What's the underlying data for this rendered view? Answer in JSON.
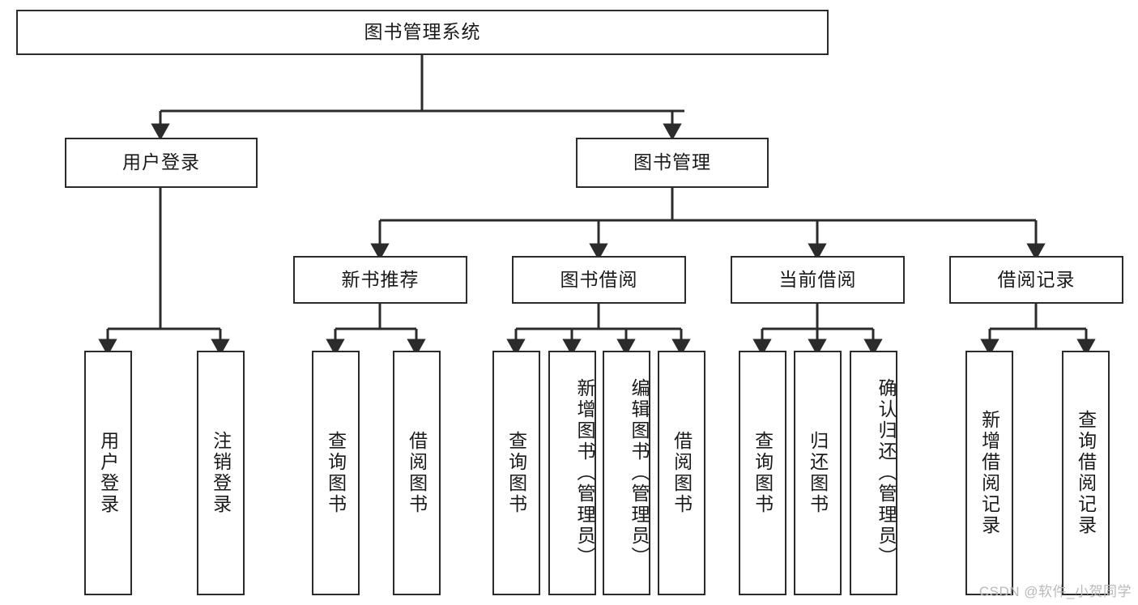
{
  "diagram": {
    "title": "图书管理系统",
    "type": "tree-hierarchy-chart",
    "root": {
      "label": "图书管理系统"
    },
    "level2": [
      {
        "label": "用户登录"
      },
      {
        "label": "图书管理"
      }
    ],
    "level3": [
      {
        "label": "新书推荐"
      },
      {
        "label": "图书借阅"
      },
      {
        "label": "当前借阅"
      },
      {
        "label": "借阅记录"
      }
    ],
    "leaves": {
      "user_login": [
        {
          "label": "用户登录"
        },
        {
          "label": "注销登录"
        }
      ],
      "new_book_recommend": [
        {
          "label": "查询图书"
        },
        {
          "label": "借阅图书"
        }
      ],
      "book_borrow": [
        {
          "label": "查询图书"
        },
        {
          "label": "新增图书（管理员）"
        },
        {
          "label": "编辑图书（管理员）"
        },
        {
          "label": "借阅图书"
        }
      ],
      "current_borrow": [
        {
          "label": "查询图书"
        },
        {
          "label": "归还图书"
        },
        {
          "label": "确认归还（管理员）"
        }
      ],
      "borrow_record": [
        {
          "label": "新增借阅记录"
        },
        {
          "label": "查询借阅记录"
        }
      ]
    }
  },
  "watermark": {
    "text": "CSDN @软件_小贺同学"
  },
  "colors": {
    "line": "#2b2b2b",
    "box_border": "#2b2b2b",
    "box_fill": "#ffffff",
    "text": "#1a1a1a",
    "watermark": "#b9b9b9"
  }
}
